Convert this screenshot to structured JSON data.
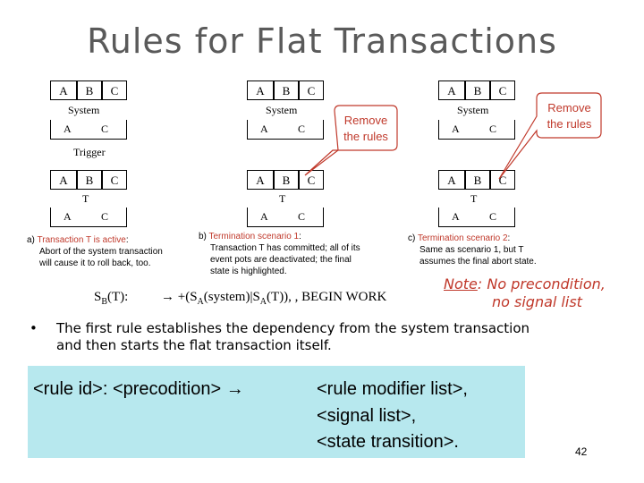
{
  "title": "Rules for Flat Transactions",
  "boxes": {
    "a": "A",
    "b": "B",
    "c": "C",
    "system": "System",
    "t": "T",
    "trigger": "Trigger"
  },
  "callouts": {
    "remove": "Remove\nthe rules"
  },
  "captions": {
    "a_prefix": "a) ",
    "a_title": "Transaction T is active",
    "a_colon": ":",
    "a_body": "Abort of the system transaction\nwill cause it to roll back, too.",
    "b_prefix": "b) ",
    "b_title": "Termination scenario 1",
    "b_colon": ":",
    "b_body": "Transaction T has committed; all of its\nevent pots are deactivated; the final\nstate is highlighted.",
    "c_prefix": "c) ",
    "c_title": "Termination scenario 2",
    "c_colon": ":",
    "c_body": "Same as scenario 1, but T\nassumes the final abort state."
  },
  "formula": {
    "lhs": "S",
    "lhs_sub": "B",
    "lhs_tail": "(T):",
    "rhs_arrow": "→",
    "rhs_a": "+(S",
    "rhs_sub1": "A",
    "rhs_b": "(system)|S",
    "rhs_sub2": "A",
    "rhs_c": "(T)), , BEGIN WORK"
  },
  "note": {
    "label": "Note",
    "text1": ": No precondition,",
    "text2": "no signal list"
  },
  "bullet": {
    "marker": "•",
    "text": "The first rule establishes the dependency from the system transaction\nand then starts the flat transaction itself."
  },
  "rule": {
    "line1_left": "<rule id>: <precodition> →",
    "line1_right": "<rule modifier list>,",
    "line2": "<signal list>,",
    "line3": "<state transition>."
  },
  "page_number": "42",
  "colors": {
    "accent": "#c0392b",
    "rulebox": "#b7e8ee",
    "title": "#5a5a5a"
  }
}
